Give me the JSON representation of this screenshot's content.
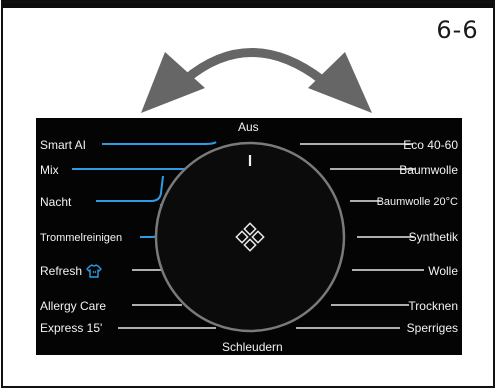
{
  "step_label": "6-6",
  "dial": {
    "top_label": "Aus",
    "bottom_label": "Schleudern"
  },
  "programs_left": [
    {
      "label": "Smart AI",
      "highlight": true
    },
    {
      "label": "Mix",
      "highlight": true
    },
    {
      "label": "Nacht",
      "highlight": true
    },
    {
      "label": "Trommelreinigen",
      "highlight": true
    },
    {
      "label": "Refresh",
      "highlight": false,
      "icon": "shirt-steam-icon"
    },
    {
      "label": "Allergy Care",
      "highlight": false
    },
    {
      "label": "Express 15'",
      "highlight": false
    }
  ],
  "programs_right": [
    {
      "label": "Eco 40-60"
    },
    {
      "label": "Baumwolle"
    },
    {
      "label": "Baumwolle 20°C"
    },
    {
      "label": "Synthetik"
    },
    {
      "label": "Wolle"
    },
    {
      "label": "Trocknen"
    },
    {
      "label": "Sperriges"
    }
  ],
  "colors": {
    "highlight": "#2f9be3",
    "line": "#e6e6e6",
    "panel": "#040404",
    "arrow": "#666666"
  }
}
